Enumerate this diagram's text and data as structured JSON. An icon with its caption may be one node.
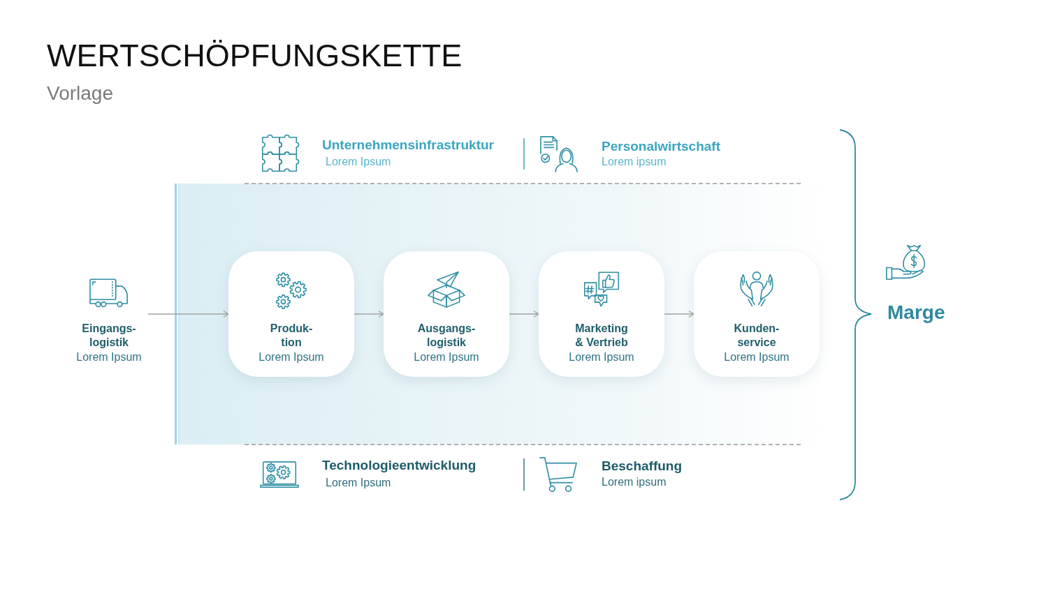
{
  "diagram": {
    "title": "WERTSCHÖPFUNGSKETTE",
    "nodes": [
      {
        "text": [
          "Eingangs- logistik",
          "Lorem Ipsum"
        ]
      },
      {
        "text": [
          "Produk- tion",
          "Lorem Ipsum"
        ]
      },
      {
        "text": [
          "Ausgangs- logistik",
          "Lorem Ipsum"
        ]
      },
      {
        "text": [
          "Marketing & Vertrieb",
          "Lorem Ipsum"
        ]
      },
      {
        "text": [
          "Kunden- service",
          "Lorem Ipsum"
        ]
      }
    ],
    "edges": [
      {
        "from": 0,
        "to": 1,
        "arrow": "to"
      },
      {
        "from": 1,
        "to": 2,
        "arrow": "to"
      },
      {
        "from": 2,
        "to": 3,
        "arrow": "to"
      },
      {
        "from": 3,
        "to": 4,
        "arrow": "to"
      }
    ],
    "labels": [
      "Vorlage",
      "Unternehmensinfrastruktur",
      "Lorem Ipsum",
      "Personalwirtschaft",
      "Lorem ipsum",
      "Marge",
      "Technologieentwicklung",
      "Lorem Ipsum",
      "Beschaffung",
      "Lorem ipsum"
    ]
  }
}
